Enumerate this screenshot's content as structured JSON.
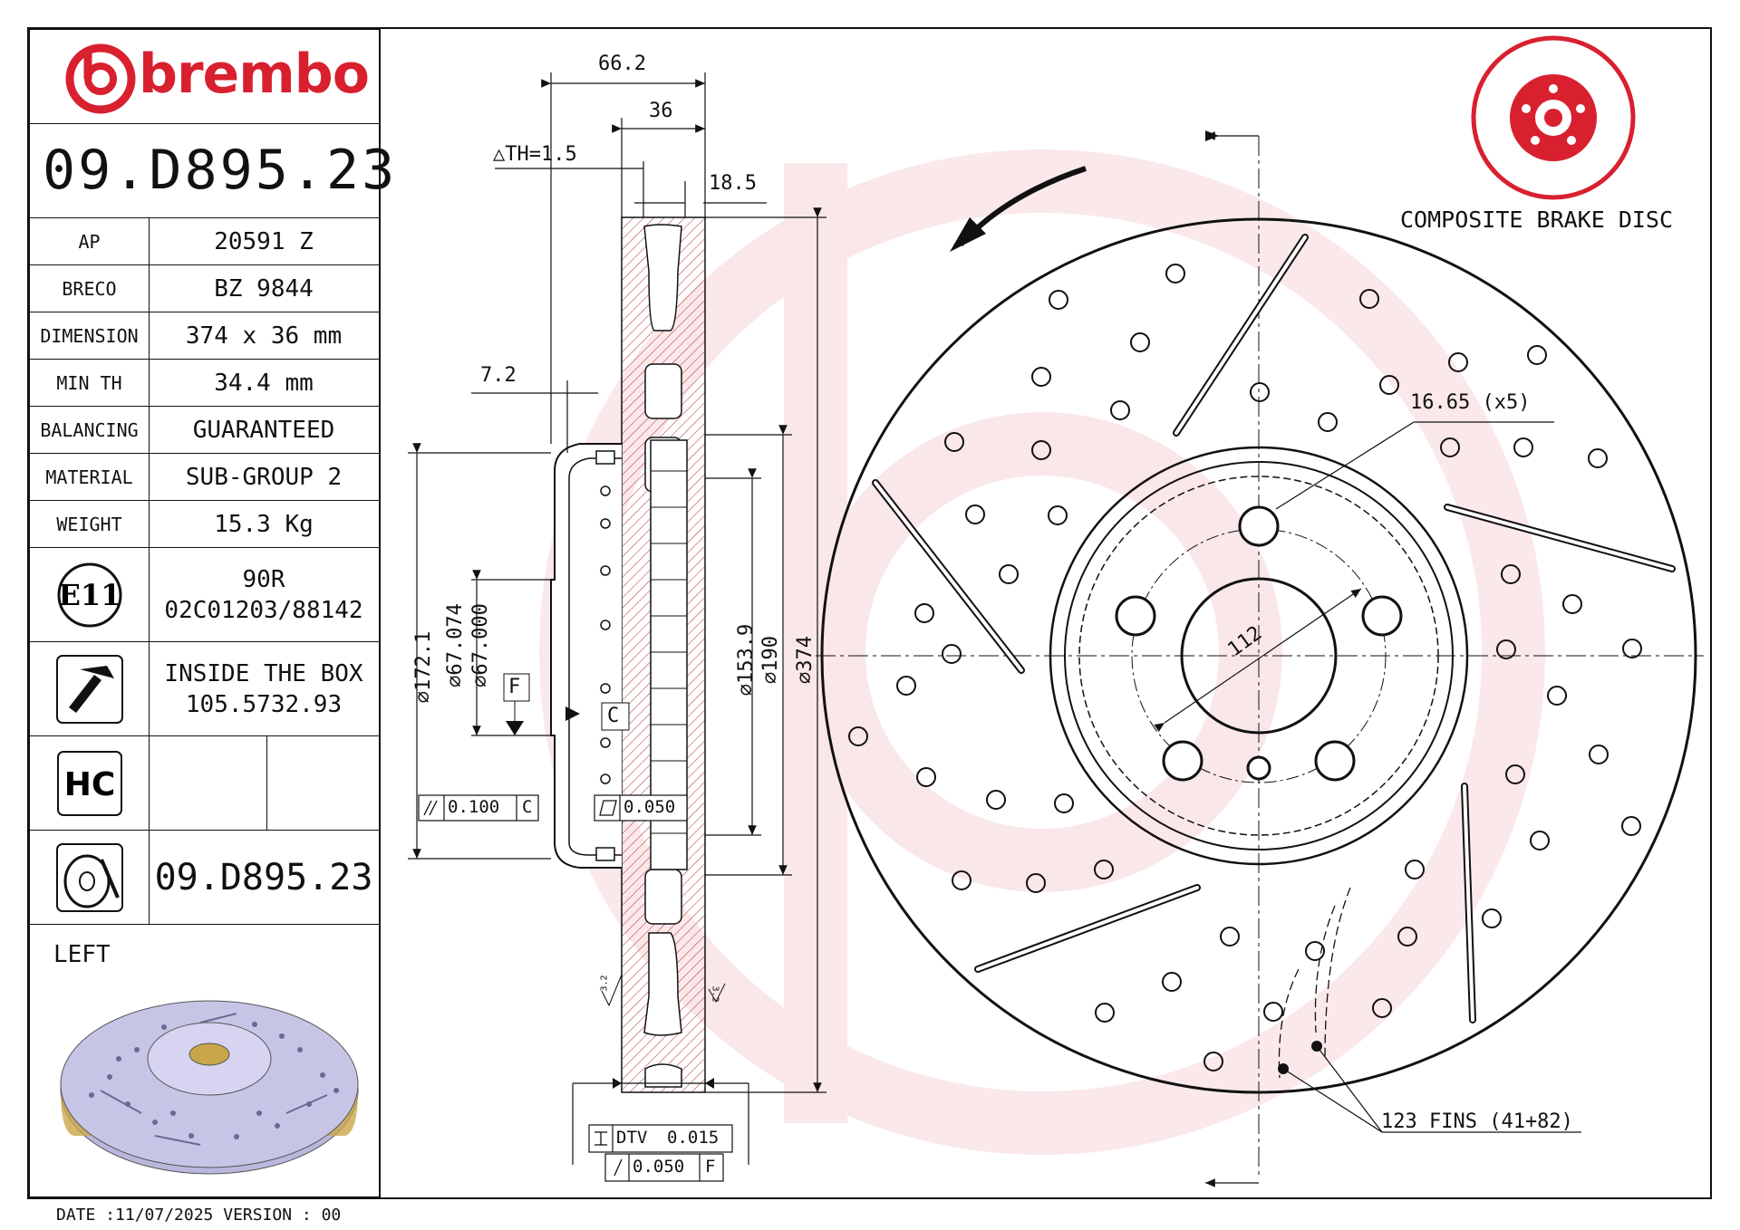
{
  "header": {
    "brand": "brembo",
    "part_number": "09.D895.23"
  },
  "specs": [
    {
      "key": "AP",
      "value": "20591 Z"
    },
    {
      "key": "BRECO",
      "value": "BZ 9844"
    },
    {
      "key": "DIMENSION",
      "value": "374 x 36 mm"
    },
    {
      "key": "MIN TH",
      "value": "34.4 mm"
    },
    {
      "key": "BALANCING",
      "value": "GUARANTEED"
    },
    {
      "key": "MATERIAL",
      "value": "SUB-GROUP 2"
    },
    {
      "key": "WEIGHT",
      "value": "15.3 Kg"
    }
  ],
  "homologation": {
    "badge": "E11",
    "line1": "90R",
    "line2": "02C01203/88142"
  },
  "inside_box": {
    "line1": "INSIDE THE BOX",
    "line2": "105.5732.93"
  },
  "hc_badge": "HC",
  "footer_part_number": "09.D895.23",
  "side_label": "LEFT",
  "date_line": "DATE :11/07/2025 VERSION : 00",
  "product_type": "COMPOSITE BRAKE DISC",
  "dims": {
    "overall_width": "66.2",
    "disc_thickness": "36",
    "th_delta": "△TH=1.5",
    "offset_18_5": "18.5",
    "offset_7_2": "7.2",
    "d_172_1": "⌀172.1",
    "d_67": "⌀67.074\n⌀67.000",
    "d_67_a": "⌀67.074",
    "d_67_b": "⌀67.000",
    "d_153_9": "⌀153.9",
    "d_190": "⌀190",
    "d_374": "⌀374",
    "pcd": "112",
    "holes": "16.65 (x5)",
    "fins": "123 FINS (41+82)",
    "datum_f": "F",
    "datum_c": "C",
    "tol_parallel": "0.100",
    "tol_parallel_ref": "C",
    "tol_flat": "0.050",
    "dtv_label": "DTV",
    "dtv_value": "0.015",
    "runout": "0.050",
    "runout_ref": "F",
    "roughness": "3.2"
  },
  "colors": {
    "brand_red": "#d8202f",
    "line": "#111111",
    "hatch": "#b03030"
  }
}
